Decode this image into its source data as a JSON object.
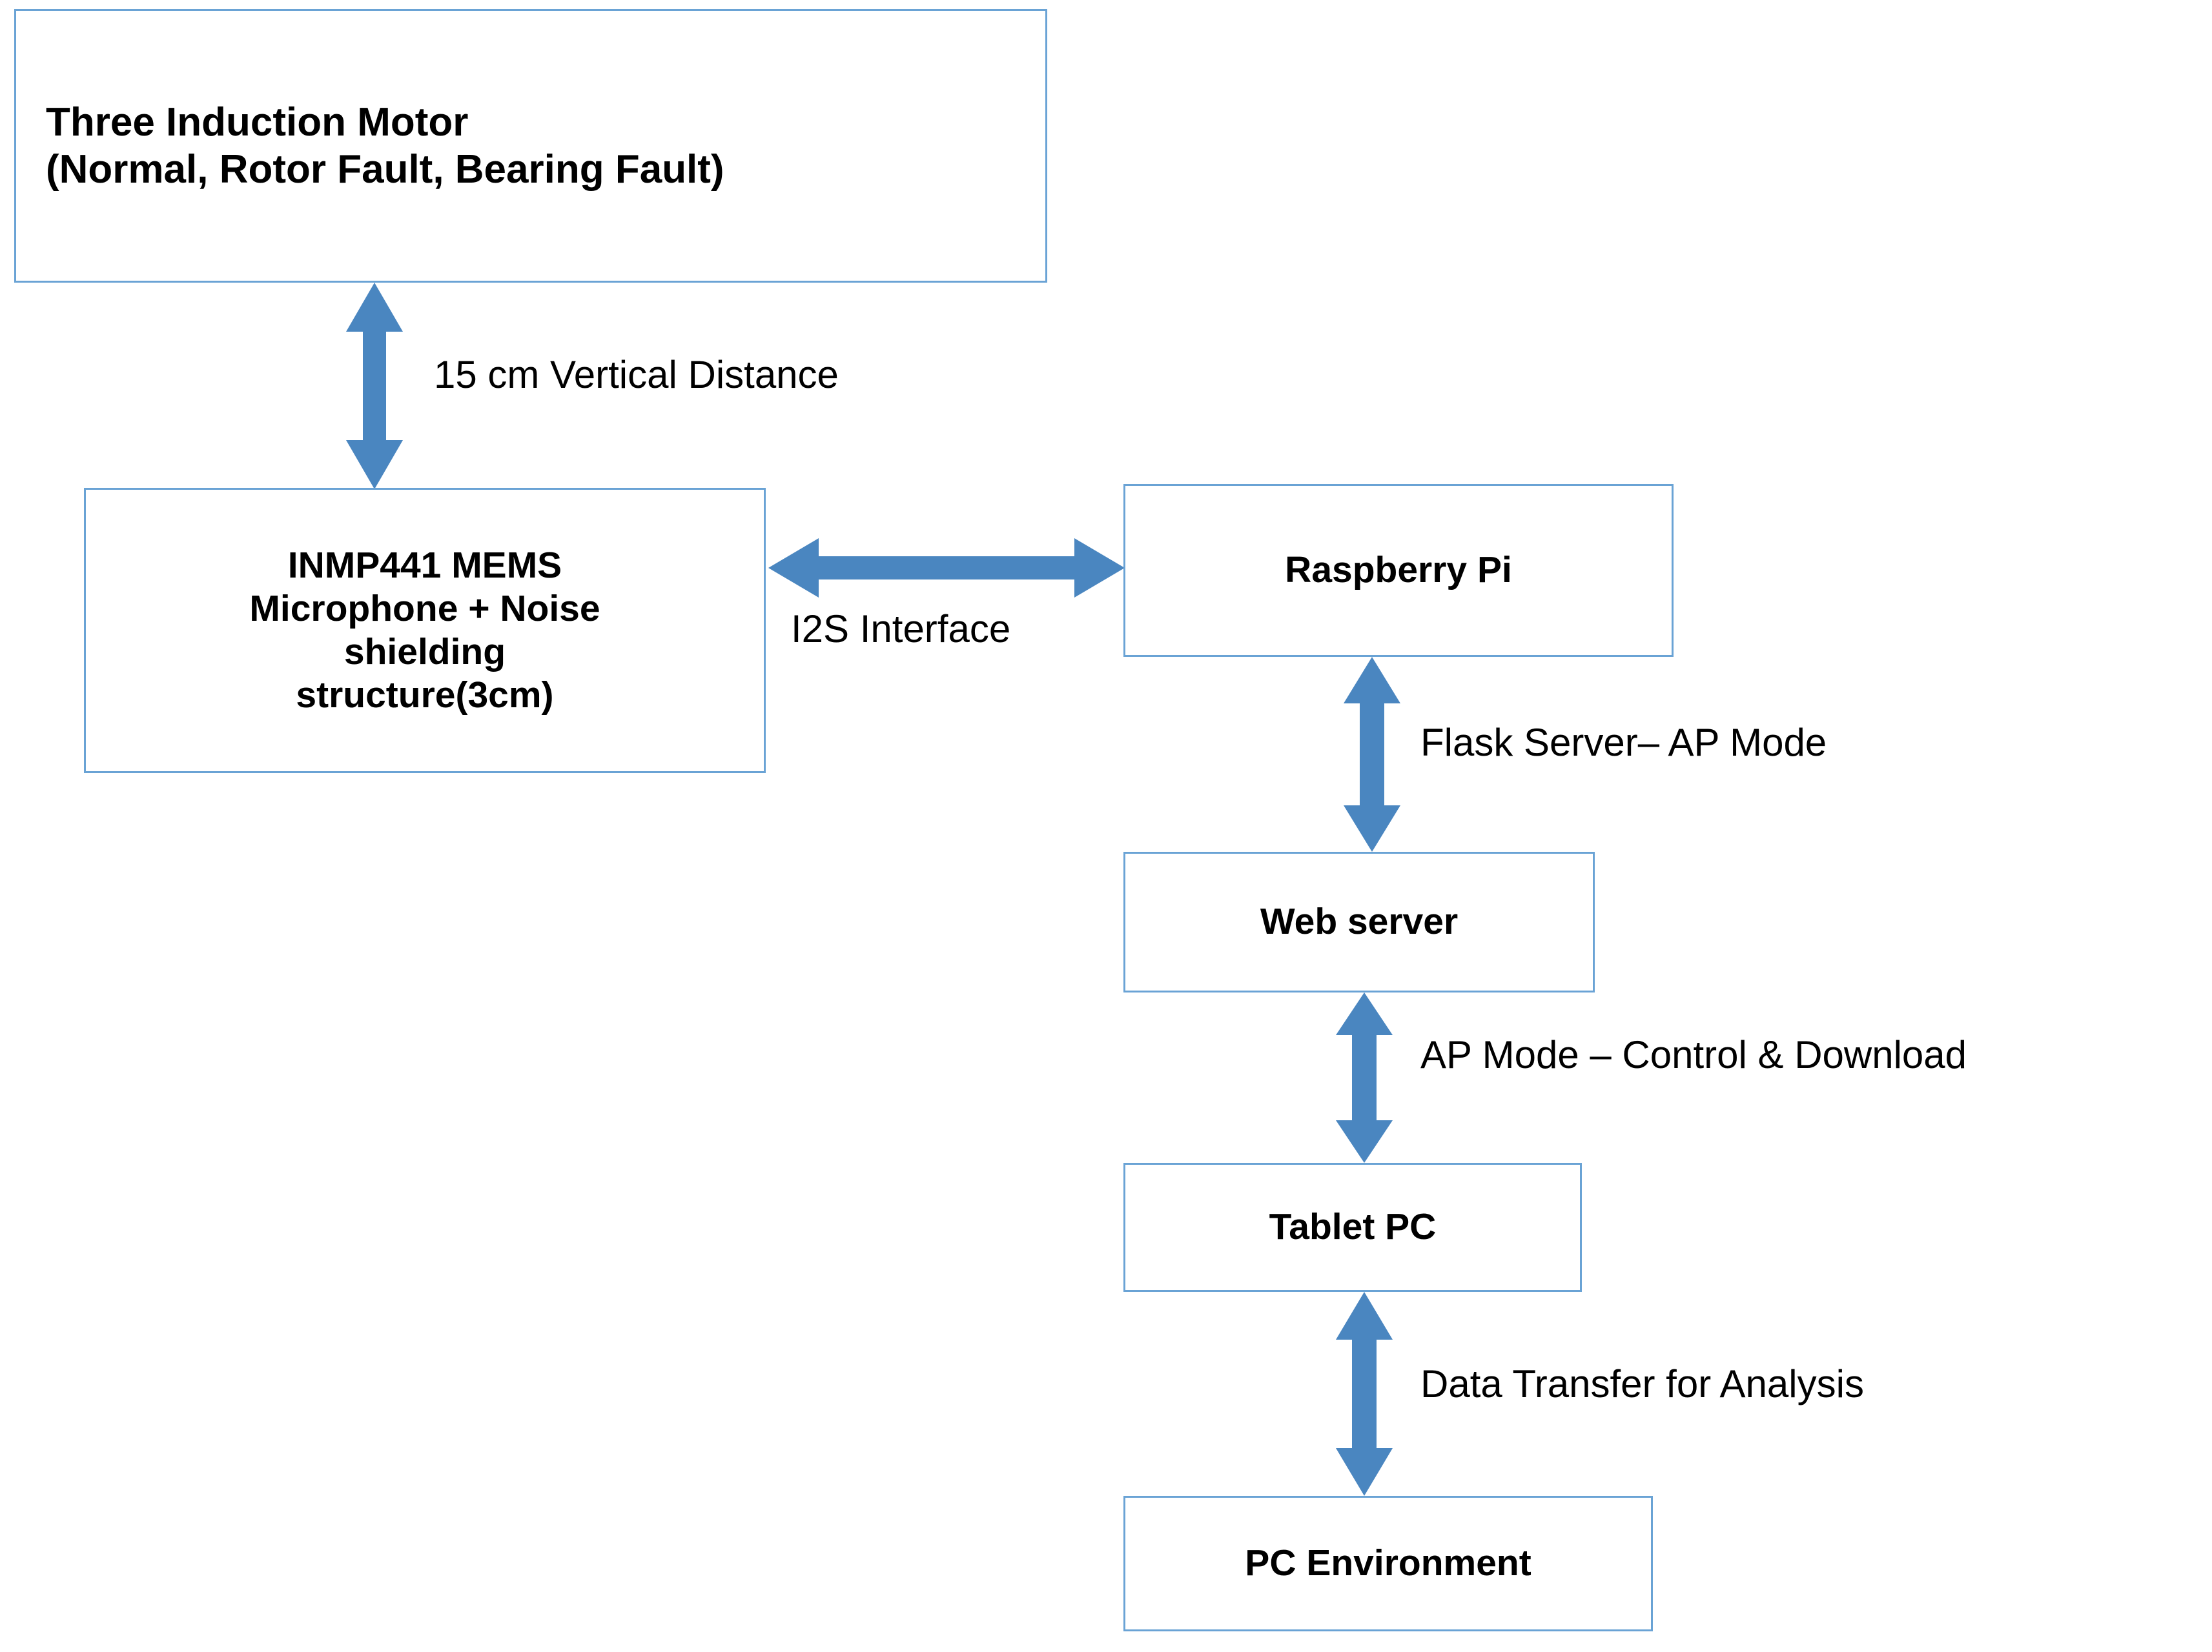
{
  "diagram": {
    "type": "flowchart",
    "title": "Measurement and data acquisition system block diagram",
    "colors": {
      "box_border": "#6aa3d5",
      "arrow": "#4a86c0",
      "background": "#ffffff",
      "text": "#000000"
    },
    "nodes": [
      {
        "id": "motor",
        "label": "Three Induction Motor\n(Normal, Rotor Fault, Bearing Fault)"
      },
      {
        "id": "mic",
        "label": "INMP441 MEMS\nMicrophone + Noise\nshielding\nstructure(3cm)"
      },
      {
        "id": "rpi",
        "label": "Raspberry Pi"
      },
      {
        "id": "web",
        "label": "Web server"
      },
      {
        "id": "tablet",
        "label": "Tablet PC"
      },
      {
        "id": "pc",
        "label": "PC Environment"
      }
    ],
    "connectors": [
      {
        "id": "motor-mic",
        "from": "motor",
        "to": "mic",
        "direction": "bidirectional",
        "orientation": "vertical",
        "label": "15 cm Vertical Distance"
      },
      {
        "id": "mic-rpi",
        "from": "mic",
        "to": "rpi",
        "direction": "bidirectional",
        "orientation": "horizontal",
        "label": "I2S Interface"
      },
      {
        "id": "rpi-web",
        "from": "rpi",
        "to": "web",
        "direction": "bidirectional",
        "orientation": "vertical",
        "label": "Flask Server– AP Mode"
      },
      {
        "id": "web-tablet",
        "from": "web",
        "to": "tablet",
        "direction": "bidirectional",
        "orientation": "vertical",
        "label": "AP Mode – Control & Download"
      },
      {
        "id": "tablet-pc",
        "from": "tablet",
        "to": "pc",
        "direction": "bidirectional",
        "orientation": "vertical",
        "label": "Data Transfer for Analysis"
      }
    ]
  }
}
